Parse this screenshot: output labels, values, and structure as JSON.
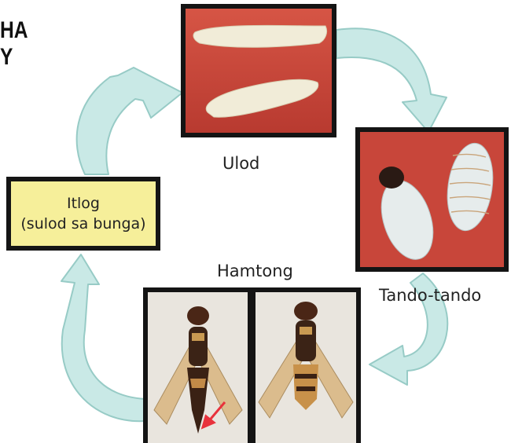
{
  "title_fragment": {
    "line1": "HA",
    "line2": "Y"
  },
  "stages": {
    "larva": {
      "label": "Ulod"
    },
    "pupa": {
      "label": "Tando-tando"
    },
    "adult": {
      "label": "Hamtong"
    },
    "egg": {
      "line1": "Itlog",
      "line2": "(sulod sa bunga)"
    }
  },
  "colors": {
    "arrow_fill": "#c9e9e6",
    "arrow_stroke": "#97cbc6",
    "egg_box_fill": "#f6ef9a",
    "photo_background_red": "#c8463a",
    "frame": "#151515",
    "pointer_arrow": "#e8323c"
  }
}
